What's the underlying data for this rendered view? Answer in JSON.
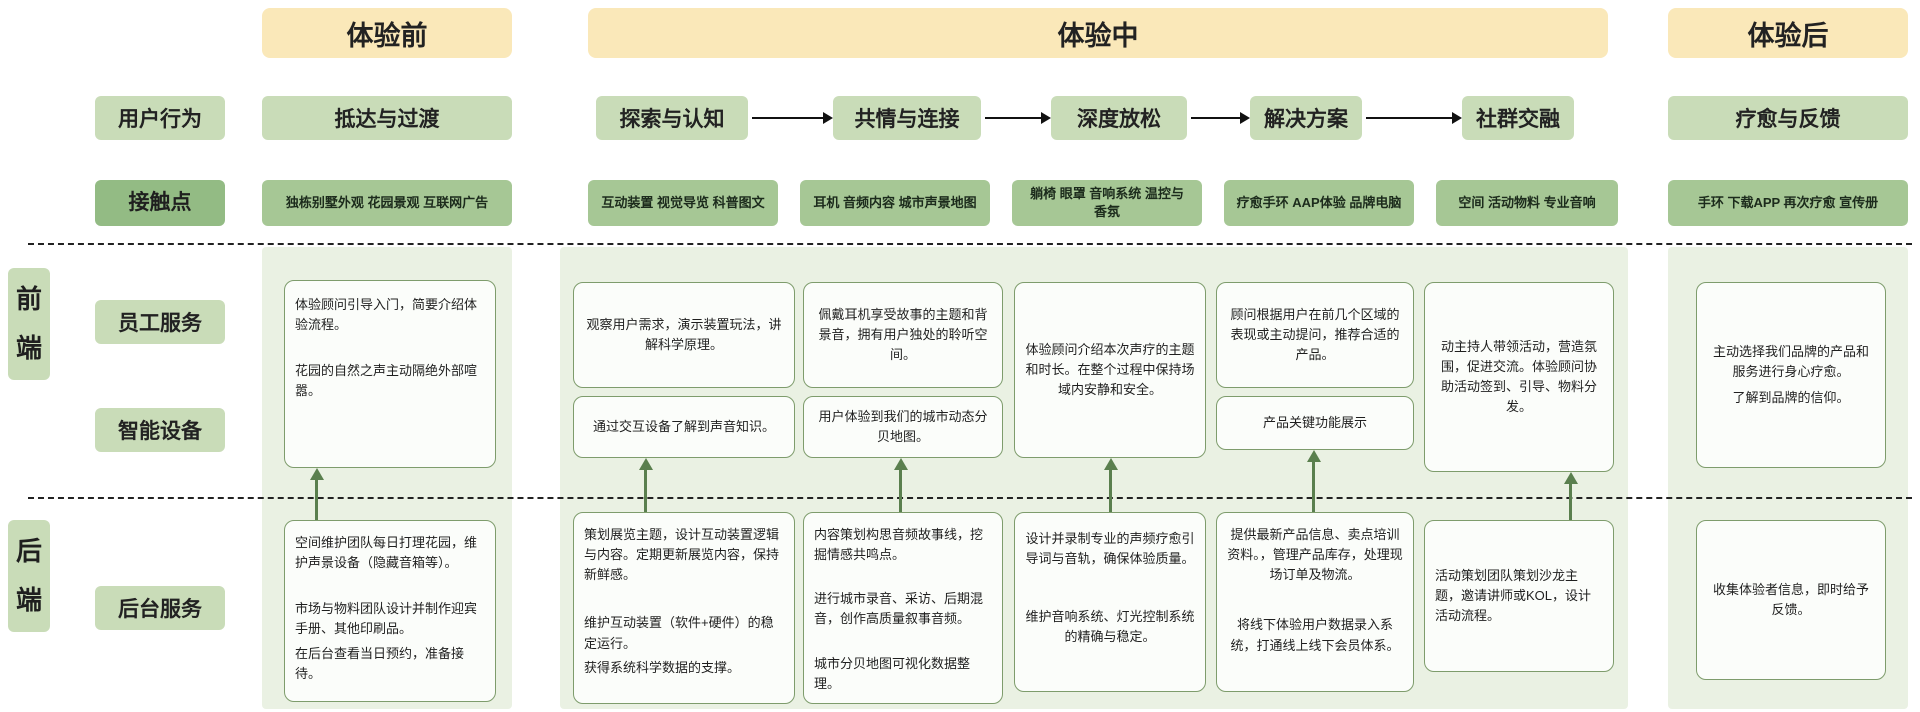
{
  "palette": {
    "phase_header_bg": "#fae8b9",
    "behavior_pill_bg": "#c9dcb8",
    "touchpoint_label_bg": "#93bb84",
    "touchpoint_pill_bg": "#a6c795",
    "column_bg": "#eaf1e3",
    "box_border": "#7e9c6c",
    "box_bg": "#fbfdfa",
    "arrow_green": "#5a7f4e",
    "flow_arrow_black": "#111111"
  },
  "phases": {
    "before": "体验前",
    "during": "体验中",
    "after": "体验后"
  },
  "row_labels": {
    "user_behavior": "用户行为",
    "touchpoint": "接触点",
    "staff_service": "员工服务",
    "smart_device": "智能设备",
    "backstage_service": "后台服务"
  },
  "stage_labels": {
    "front": "前\n端",
    "back": "后\n端"
  },
  "behaviors": {
    "arrival": "抵达与过渡",
    "explore": "探索与认知",
    "empathy": "共情与连接",
    "relax": "深度放松",
    "solution": "解决方案",
    "community": "社群交融",
    "feedback": "疗愈与反馈"
  },
  "touchpoints": {
    "before": "独栋别墅外观 花园景观 互联网广告",
    "explore": "互动装置 视觉导览 科普图文",
    "empathy": "耳机 音频内容 城市声景地图",
    "relax": "躺椅 眼罩 音响系统 温控与香氛",
    "solution": "疗愈手环 AAP体验 品牌电脑",
    "community": "空间 活动物料 专业音响",
    "after": "手环 下载APP 再次疗愈 宣传册"
  },
  "front_stage": {
    "before": {
      "p1": "体验顾问引导入门，简要介绍体验流程。",
      "p2": "花园的自然之声主动隔绝外部喧嚣。"
    },
    "explore_staff": "观察用户需求，演示装置玩法，讲解科学原理。",
    "explore_device": "通过交互设备了解到声音知识。",
    "empathy_staff": "佩戴耳机享受故事的主题和背景音，拥有用户独处的聆听空间。",
    "empathy_device": "用户体验到我们的城市动态分贝地图。",
    "relax": "体验顾问介绍本次声疗的主题和时长。在整个过程中保持场域内安静和安全。",
    "solution_staff": "顾问根据用户在前几个区域的表现或主动提问，推荐合适的产品。",
    "solution_device": "产品关键功能展示",
    "community": "动主持人带领活动，营造氛围，促进交流。体验顾问协助活动签到、引导、物料分发。",
    "after": {
      "p1": "主动选择我们品牌的产品和服务进行身心疗愈。",
      "p2": "了解到品牌的信仰。"
    }
  },
  "back_stage": {
    "before": {
      "p1": "空间维护团队每日打理花园，维护声景设备（隐藏音箱等）。",
      "p2": "市场与物料团队设计并制作迎宾手册、其他印刷品。",
      "p3": "在后台查看当日预约，准备接待。"
    },
    "explore": {
      "p1": "策划展览主题，设计互动装置逻辑与内容。定期更新展览内容，保持新鲜感。",
      "p2": "维护互动装置（软件+硬件）的稳定运行。",
      "p3": "获得系统科学数据的支撑。"
    },
    "empathy": {
      "p1": "内容策划构思音频故事线，挖掘情感共鸣点。",
      "p2": "进行城市录音、采访、后期混音，创作高质量叙事音频。",
      "p3": "城市分贝地图可视化数据整理。"
    },
    "relax": {
      "p1": "设计并录制专业的声频疗愈引导词与音轨，确保体验质量。",
      "p2": "维护音响系统、灯光控制系统的精确与稳定。"
    },
    "solution": {
      "p1": "提供最新产品信息、卖点培训资料。，管理产品库存，处理现场订单及物流。",
      "p2": "将线下体验用户数据录入系统，打通线上线下会员体系。"
    },
    "community": {
      "p1": "活动策划团队策划沙龙主题，邀请讲师或KOL，设计活动流程。"
    },
    "after": {
      "p1": "收集体验者信息，即时给予反馈。"
    }
  }
}
